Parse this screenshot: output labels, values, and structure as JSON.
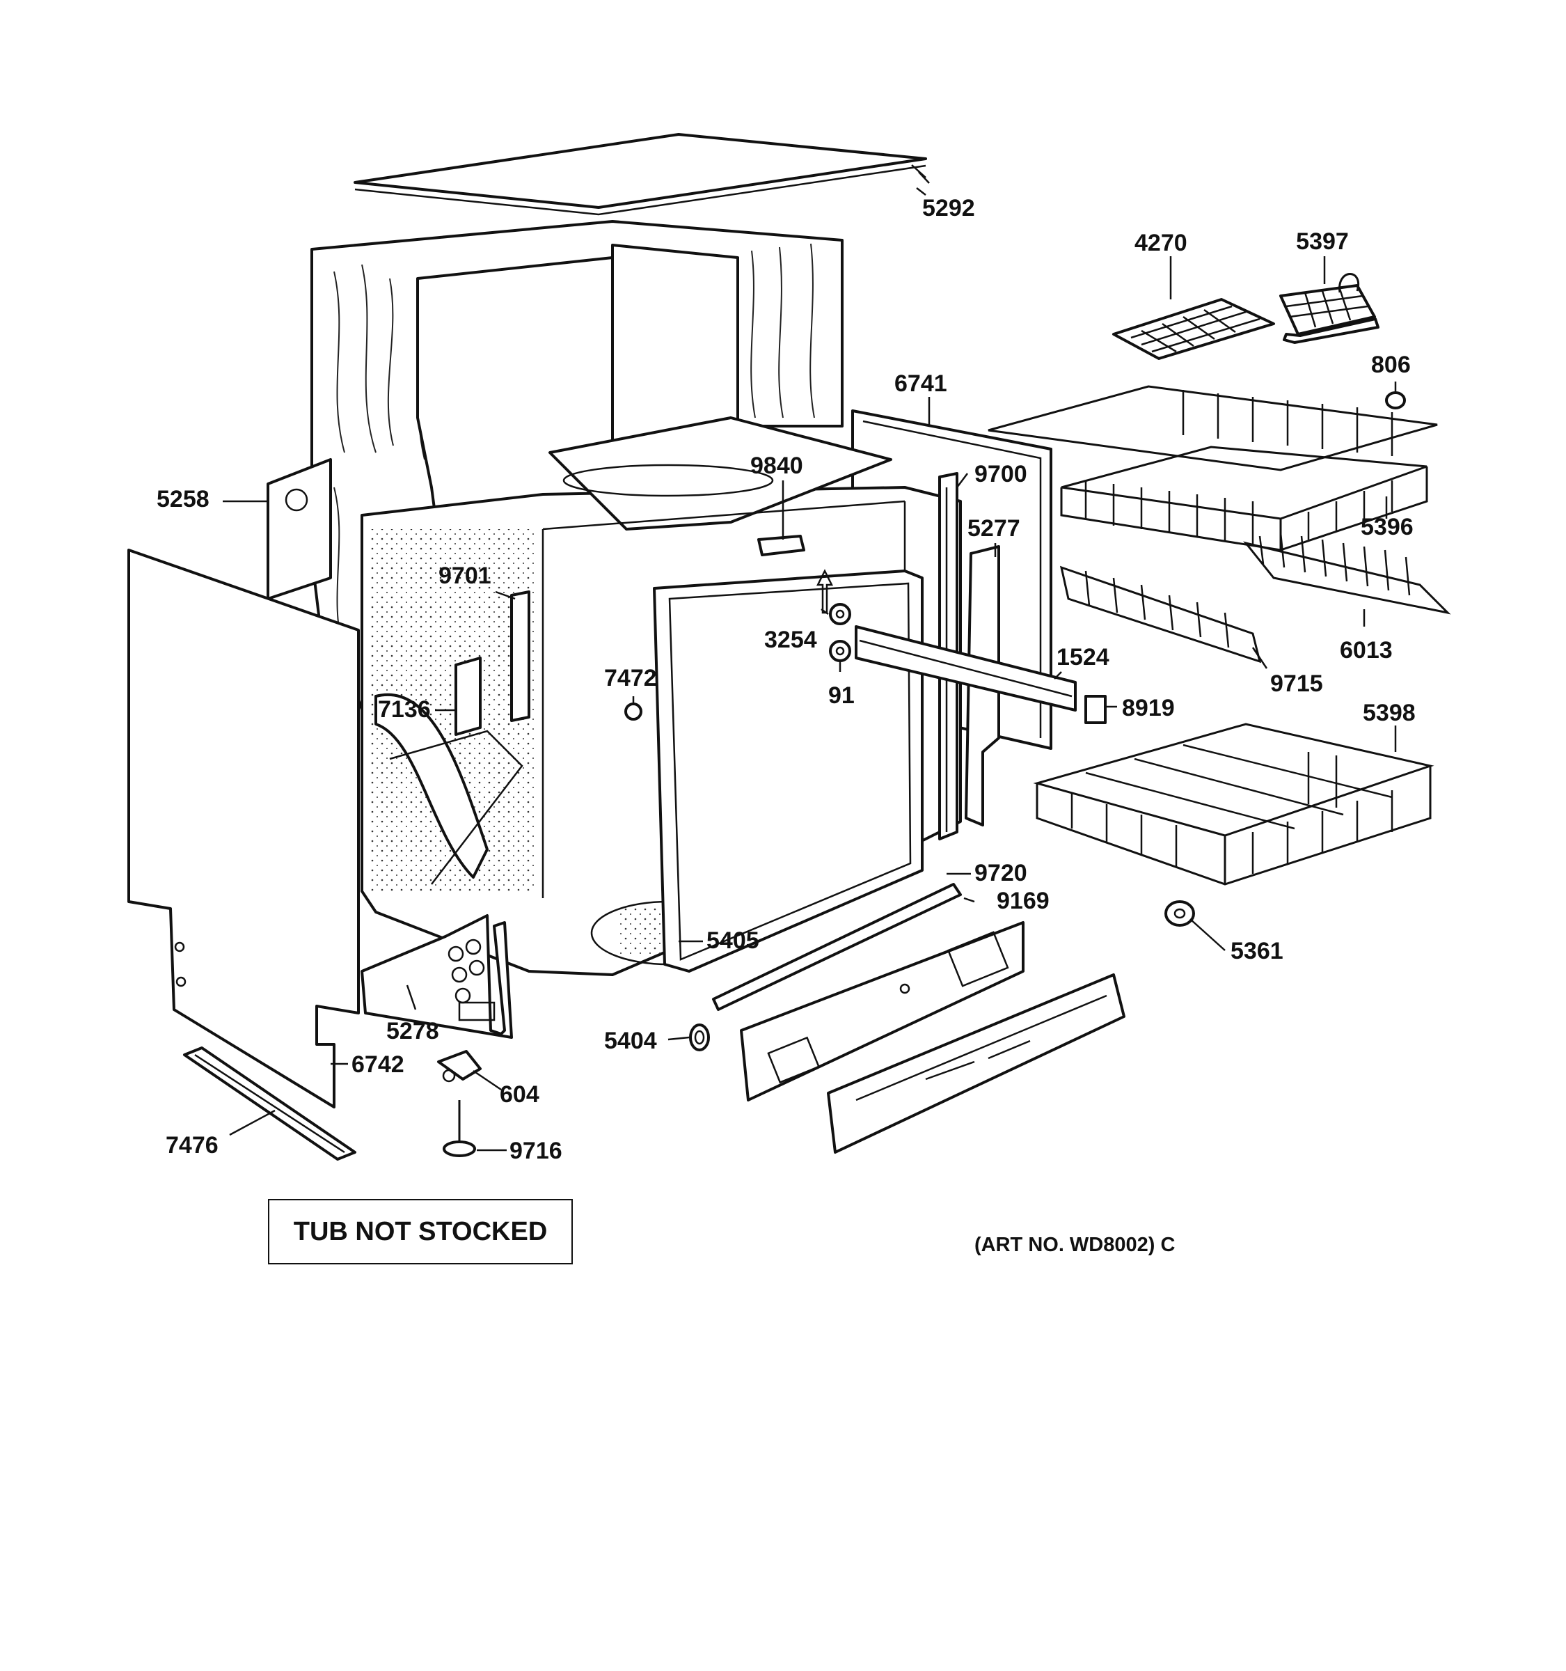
{
  "diagram": {
    "labels": {
      "p5292": "5292",
      "p4270": "4270",
      "p5397": "5397",
      "p806": "806",
      "p6741": "6741",
      "p9840": "9840",
      "p9700": "9700",
      "p5258": "5258",
      "p5277": "5277",
      "p5396": "5396",
      "p9701": "9701",
      "p3254": "3254",
      "p7472": "7472",
      "p1524": "1524",
      "p6013": "6013",
      "p9715": "9715",
      "p7136": "7136",
      "p91": "91",
      "p8919": "8919",
      "p5398": "5398",
      "p9720": "9720",
      "p9169": "9169",
      "p5405": "5405",
      "p5361": "5361",
      "p5278": "5278",
      "p5404": "5404",
      "p6742": "6742",
      "p604": "604",
      "p7476": "7476",
      "p9716": "9716"
    },
    "note": "TUB NOT STOCKED",
    "art_number": "(ART NO. WD8002) C"
  }
}
